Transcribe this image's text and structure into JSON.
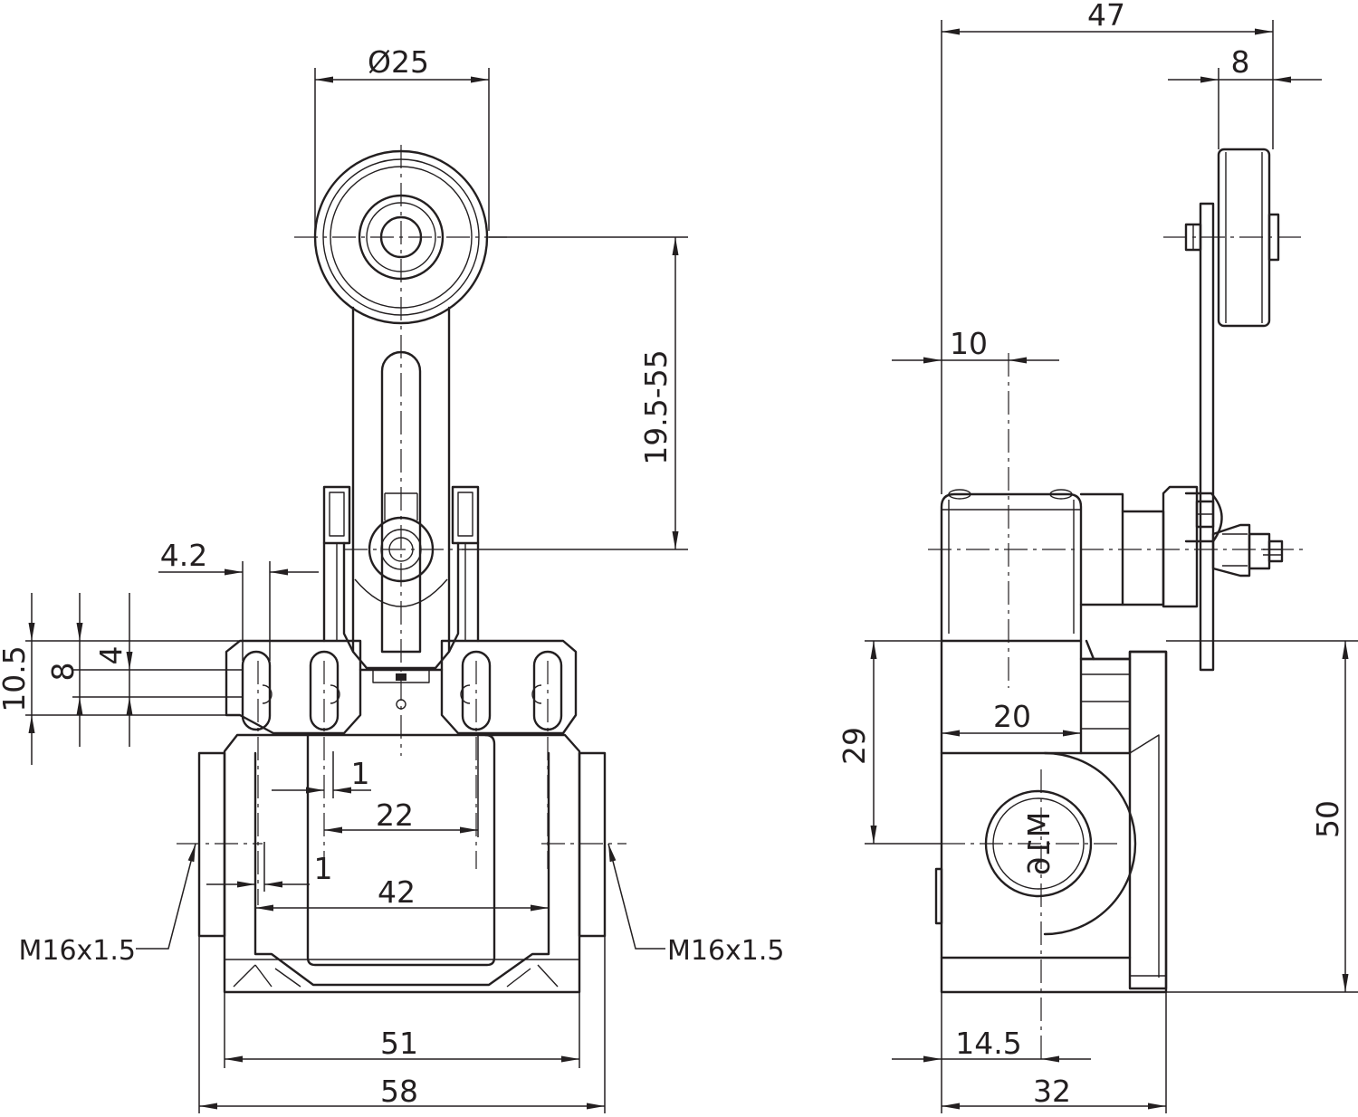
{
  "front_view": {
    "dims": {
      "roller_diameter": "Ø25",
      "lever_length": "19.5-55",
      "slot_width": "4.2",
      "dim_10_5": "10.5",
      "dim_8": "8",
      "dim_4": "4",
      "dim_1_upper": "1",
      "dim_22": "22",
      "dim_1_lower": "1",
      "dim_42": "42",
      "dim_51": "51",
      "dim_58": "58"
    },
    "thread_left": "M16x1.5",
    "thread_right": "M16x1.5"
  },
  "side_view": {
    "dims": {
      "dim_47": "47",
      "dim_8": "8",
      "dim_10": "10",
      "dim_20": "20",
      "dim_29": "29",
      "dim_50": "50",
      "dim_14_5": "14.5",
      "dim_32": "32"
    },
    "body_marking": "M16"
  }
}
